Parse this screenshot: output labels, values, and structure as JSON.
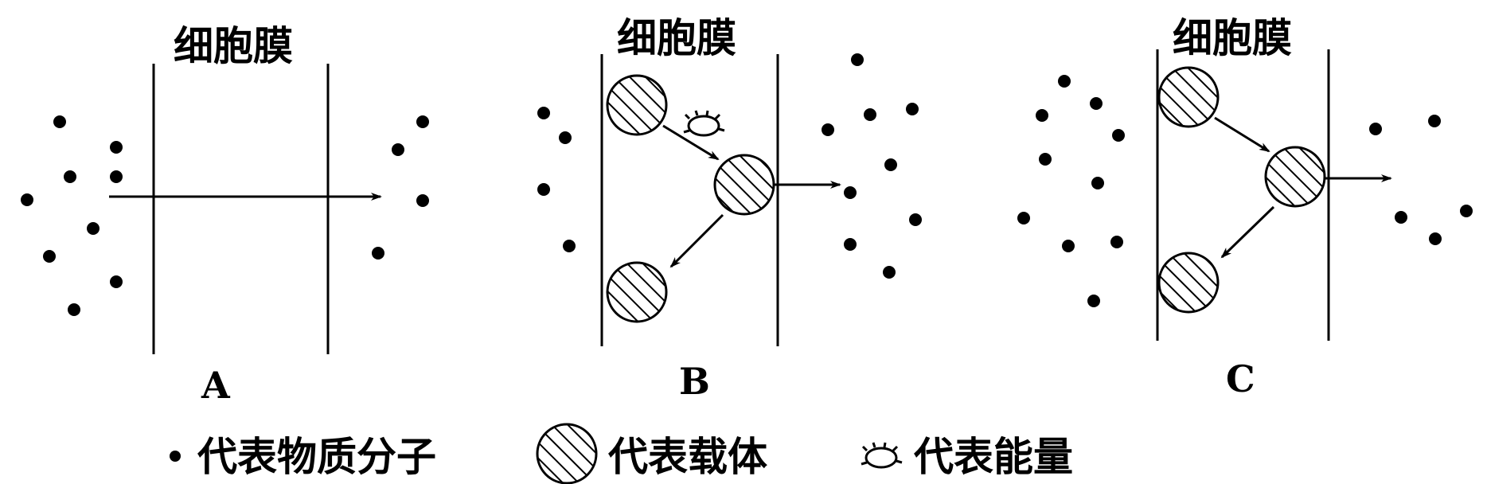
{
  "panels": {
    "a": {
      "membrane_label": "细胞膜",
      "letter": "A"
    },
    "b": {
      "membrane_label": "细胞膜",
      "letter": "B"
    },
    "c": {
      "membrane_label": "细胞膜",
      "letter": "C"
    }
  },
  "legend": {
    "molecule": "代表物质分子",
    "carrier": "代表载体",
    "energy": "代表能量"
  }
}
